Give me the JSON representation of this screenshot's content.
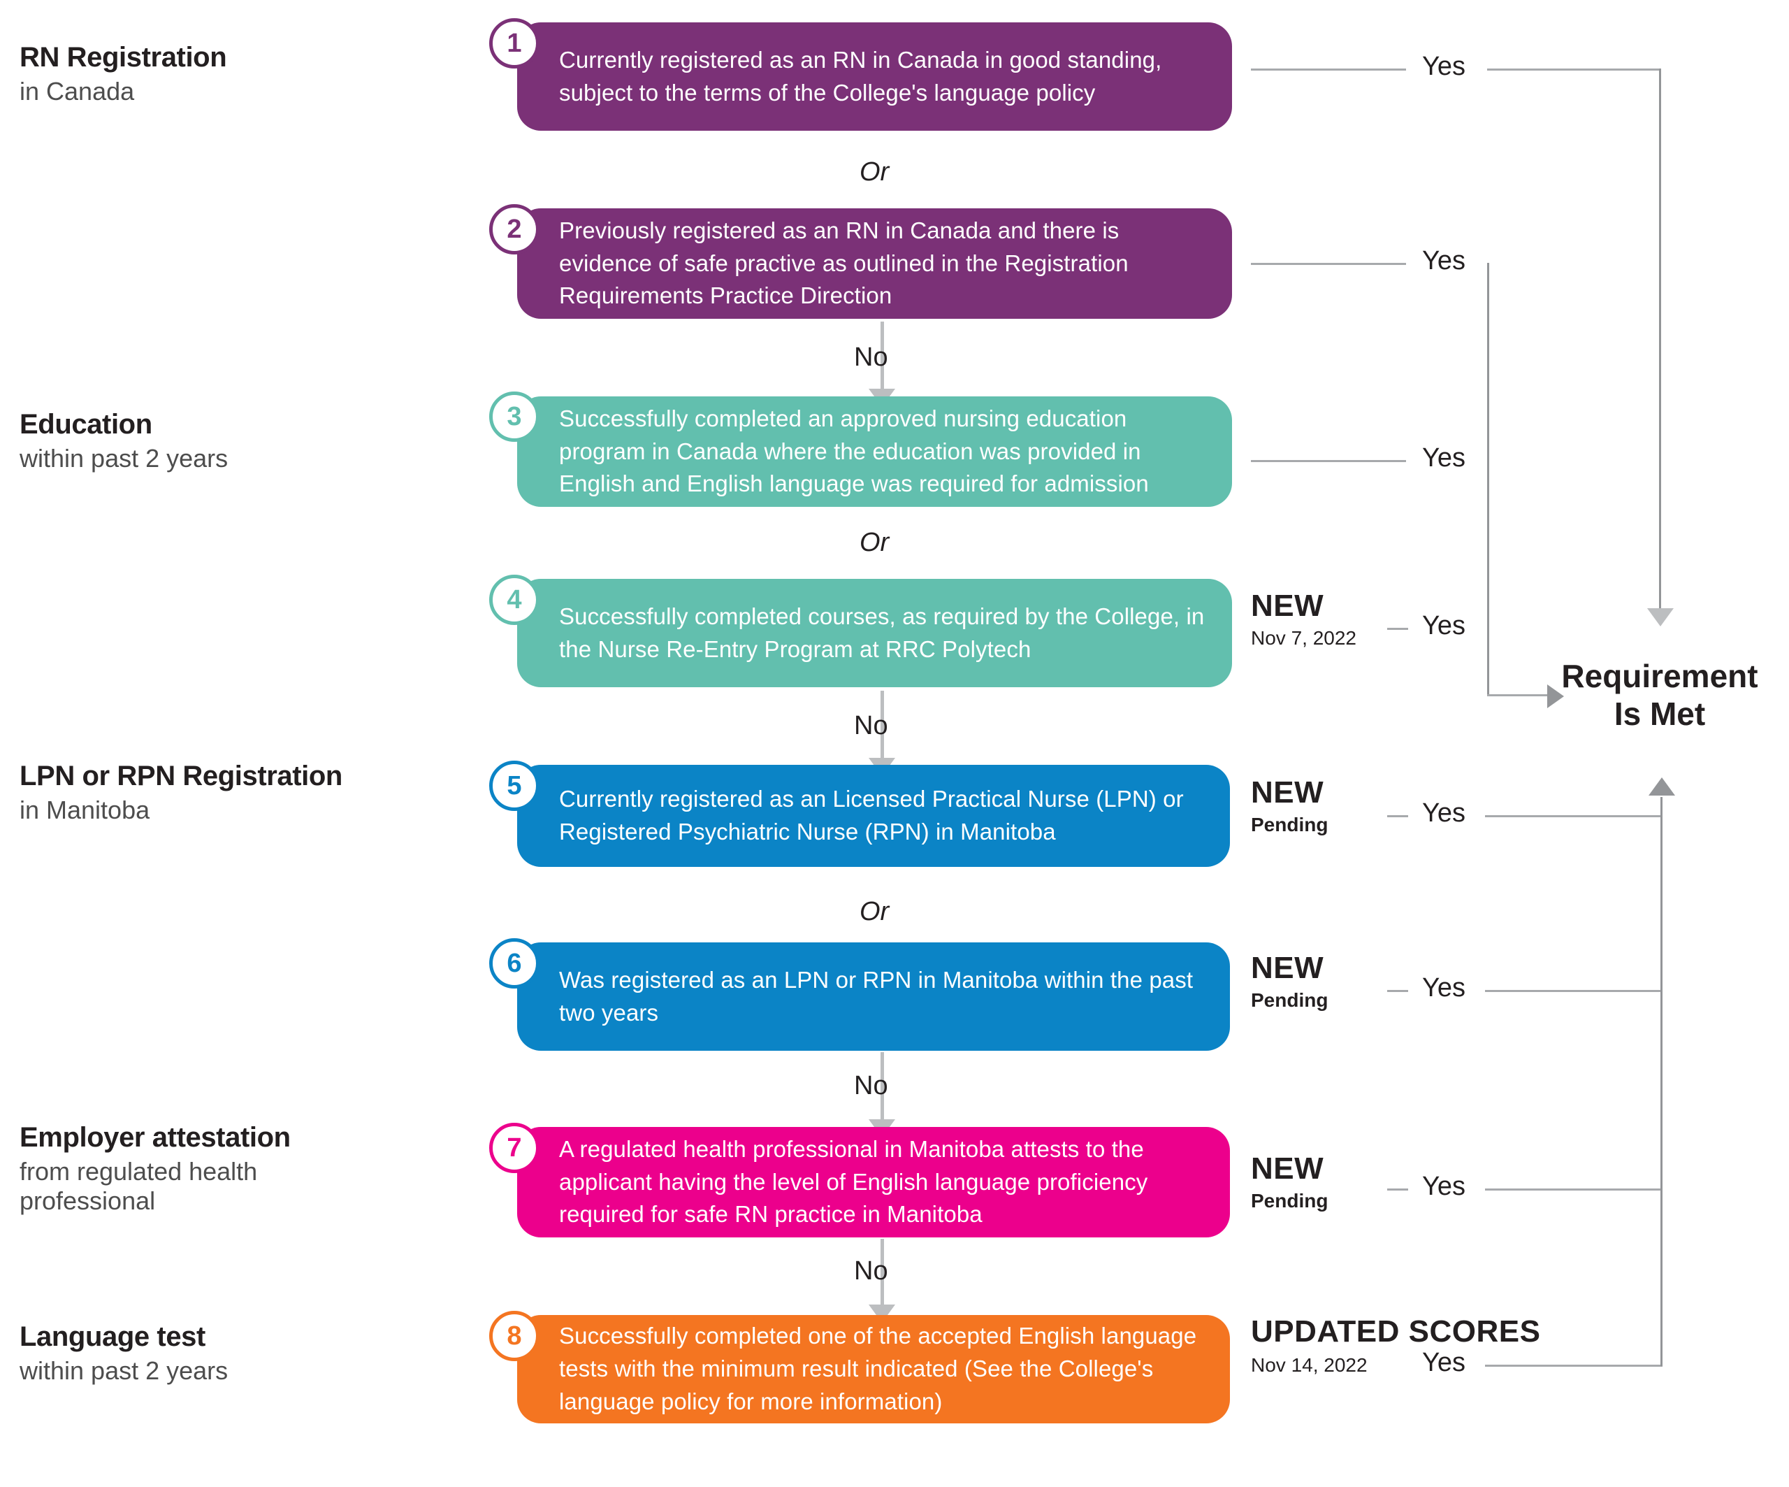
{
  "categories": [
    {
      "title": "RN Registration",
      "sub": "in Canada"
    },
    {
      "title": "Education",
      "sub": "within past 2 years"
    },
    {
      "title": "LPN or RPN Registration",
      "sub": "in Manitoba"
    },
    {
      "title": "Employer attestation",
      "sub": "from regulated health professional"
    },
    {
      "title": "Language test",
      "sub": "within past 2 years"
    }
  ],
  "steps": [
    {
      "number": "1",
      "color": "#7b3177",
      "text": "Currently registered as an RN in Canada in good standing, subject to the terms of the College's language policy"
    },
    {
      "number": "2",
      "color": "#7b3177",
      "text": "Previously registered as an RN in Canada and there is evidence of safe practive as outlined in the Registration Requirements Practice Direction"
    },
    {
      "number": "3",
      "color": "#62bfae",
      "text": "Successfully completed an approved nursing education program in Canada where the education was provided in English and English language was required for admission"
    },
    {
      "number": "4",
      "color": "#62bfae",
      "text": "Successfully completed courses, as required by the College, in the Nurse Re-Entry Program at RRC Polytech"
    },
    {
      "number": "5",
      "color": "#0b84c6",
      "text": "Currently registered as an Licensed Practical Nurse (LPN) or Registered Psychiatric Nurse (RPN) in Manitoba"
    },
    {
      "number": "6",
      "color": "#0b84c6",
      "text": "Was registered as an LPN or RPN in Manitoba within the past two years"
    },
    {
      "number": "7",
      "color": "#ec008c",
      "text": "A regulated health professional in Manitoba attests to the applicant having the level of English language proficiency required for safe RN practice in Manitoba"
    },
    {
      "number": "8",
      "color": "#f47521",
      "text": "Successfully completed one of the accepted English language tests with the minimum result indicated (See the College's language policy for more information)"
    }
  ],
  "connectors": {
    "or_label": "Or",
    "no_label": "No",
    "yes_label": "Yes"
  },
  "badges": [
    {
      "main": "NEW",
      "sub": "Nov 7, 2022",
      "sub_light": true
    },
    {
      "main": "NEW",
      "sub": "Pending",
      "sub_light": false
    },
    {
      "main": "NEW",
      "sub": "Pending",
      "sub_light": false
    },
    {
      "main": "NEW",
      "sub": "Pending",
      "sub_light": false
    },
    {
      "main": "UPDATED SCORES",
      "sub": "Nov 14, 2022",
      "sub_light": true
    }
  ],
  "outcome": {
    "line1": "Requirement",
    "line2": "Is Met"
  },
  "colors": {
    "purple": "#7b3177",
    "teal": "#62bfae",
    "blue": "#0b84c6",
    "magenta": "#ec008c",
    "orange": "#f47521",
    "connector_gray": "#a7a9ac",
    "arrow_gray": "#bcbec0",
    "text_dark": "#231f20"
  }
}
